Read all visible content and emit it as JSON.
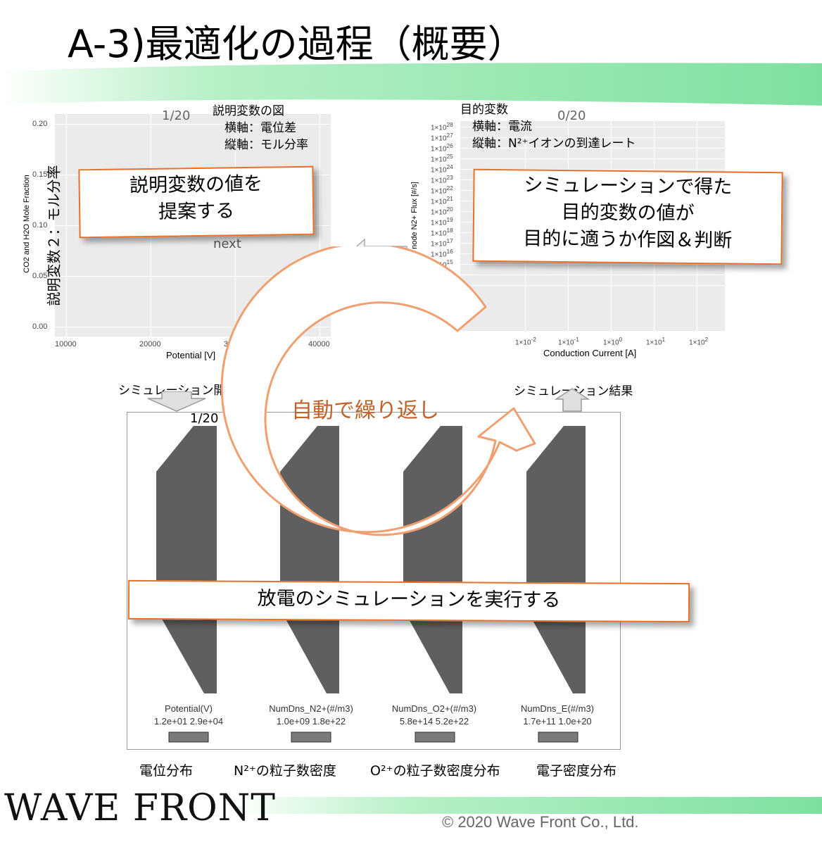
{
  "title": "A-3)最適化の過程（概要）",
  "left_plot": {
    "counter": "1/20",
    "note": "説明変数の図\n　横軸：電位差\n　縦軸：モル分率",
    "ylabel": "CO2 and H2O Mole Fraction",
    "ylabel_overlay": "説明変数２：モル分率",
    "xlabel": "Potential [V]",
    "yticks": [
      "0.20",
      "0.15",
      "0.10",
      "0.05",
      "0.00"
    ],
    "xticks": [
      "10000",
      "20000",
      "30000",
      "40000"
    ],
    "next_label": "next"
  },
  "right_plot": {
    "counter": "0/20",
    "note": "目的変数\n　横軸：電流\n　縦軸：N²⁺イオンの到達レート",
    "ylabel": "node N2+ Flux [#/s]",
    "xlabel": "Conduction Current [A]",
    "ytick_exps": [
      "28",
      "27",
      "26",
      "25",
      "24",
      "23",
      "22",
      "21",
      "20",
      "19",
      "18",
      "17",
      "16",
      "15"
    ],
    "xtick_exps": [
      "-2",
      "-1",
      "0",
      "1",
      "2"
    ]
  },
  "callouts": {
    "propose": "説明変数の値を\n提案する",
    "judge": "シミュレーションで得た\n目的変数の値が\n目的に適うか作図＆判断",
    "execute": "放電のシミュレーションを実行する"
  },
  "loop_label": "自動で繰り返し",
  "sim_start_label": "シミュレーション開始",
  "sim_result_label": "シミュレーション結果",
  "sim_panel": {
    "counter": "1/20",
    "legends": [
      {
        "name": "Potential(V)",
        "range": "1.2e+01 2.9e+04"
      },
      {
        "name": "NumDns_N2+(#/m3)",
        "range": "1.0e+09 1.8e+22"
      },
      {
        "name": "NumDns_O2+(#/m3)",
        "range": "5.8e+14 5.2e+22"
      },
      {
        "name": "NumDns_E(#/m3)",
        "range": "1.7e+11 1.0e+20"
      }
    ]
  },
  "bottom_labels": [
    "電位分布",
    "N²⁺の粒子数密度",
    "O²⁺の粒子数密度分布",
    "電子密度分布"
  ],
  "footer": {
    "logo": "WAVE FRONT",
    "copyright": "© 2020 Wave Front Co., Ltd."
  },
  "colors": {
    "accent": "#e8702a",
    "loop_text": "#c0622a",
    "band_green": "#7ee0a0"
  }
}
